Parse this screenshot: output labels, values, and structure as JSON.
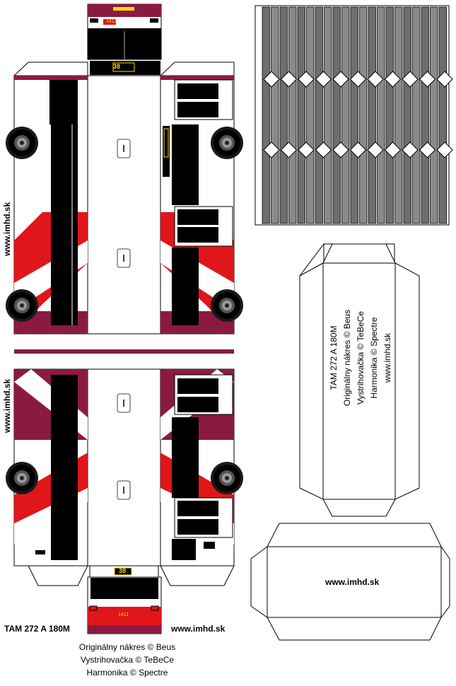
{
  "model_label": "TAM 272 A 180M",
  "website": "www.imhd.sk",
  "route_display": "38",
  "fleet_number": "1411",
  "credits": [
    "Originálny nákres © Beus",
    "Vystrihovačka © TeBeCe",
    "Harmonika © Spectre"
  ],
  "colors": {
    "maroon": "#8b1a42",
    "red": "#e0161b",
    "black": "#000000",
    "gray": "#808080",
    "yellow": "#ffd800"
  },
  "icons": [
    "wheel-icon",
    "roof-hatch-icon",
    "headlight-icon",
    "bellows-icon"
  ]
}
